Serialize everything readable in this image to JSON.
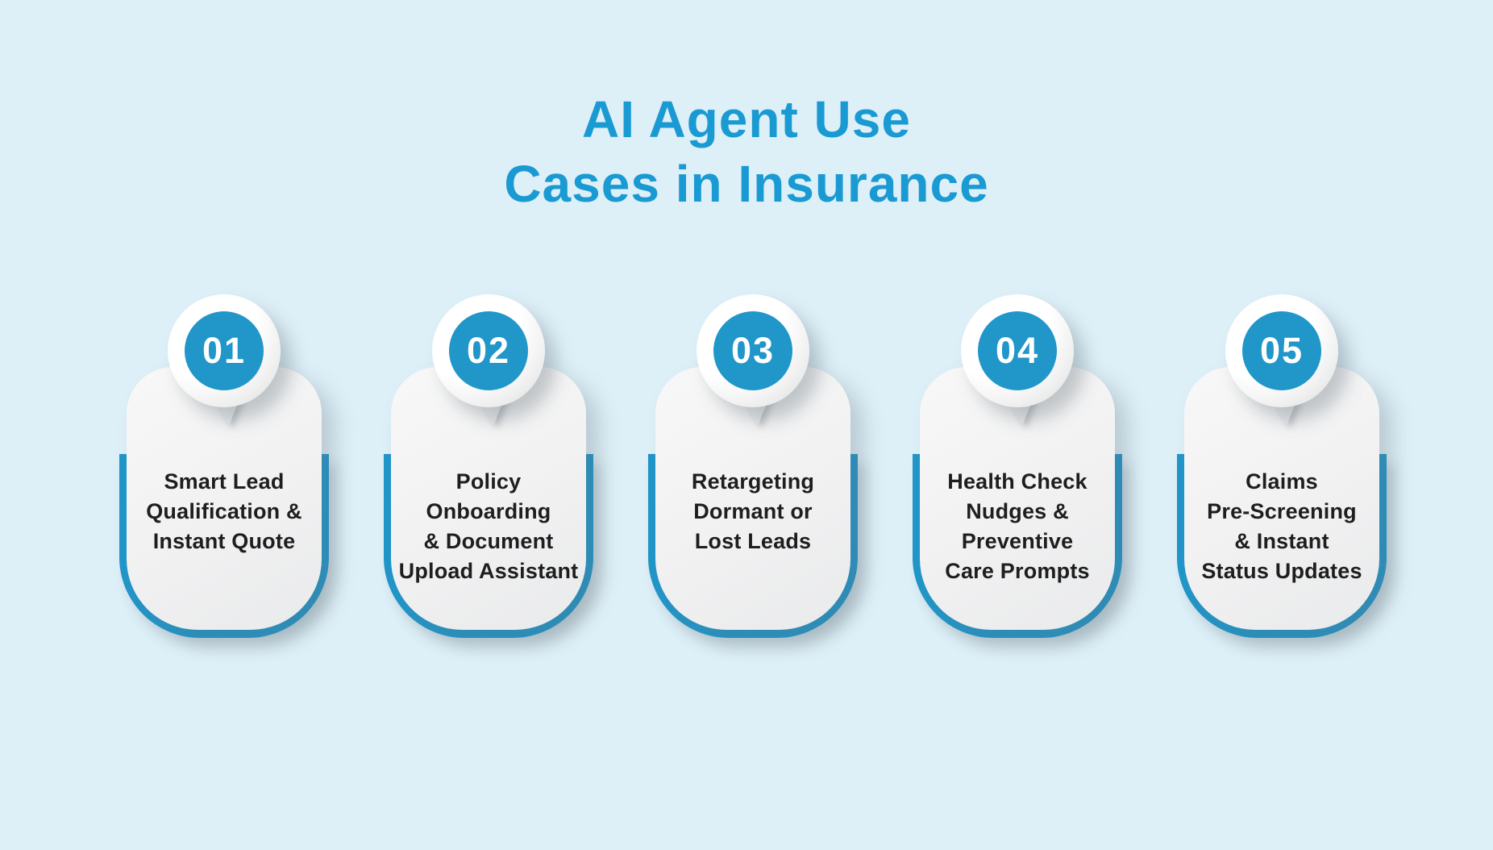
{
  "page": {
    "background": "#ddeff7",
    "accent_blue": "#2196c9",
    "title_blue": "#1a9ad3",
    "card_background": "#f1f1f2",
    "text_color": "#1e1e1e"
  },
  "title": {
    "line1": "AI Agent Use",
    "line2": "Cases in Insurance"
  },
  "cards": [
    {
      "number": "01",
      "lines": [
        "Smart Lead",
        "Qualification &",
        "Instant Quote"
      ]
    },
    {
      "number": "02",
      "lines": [
        "Policy",
        "Onboarding",
        "& Document",
        "Upload Assistant"
      ]
    },
    {
      "number": "03",
      "lines": [
        "Retargeting",
        "Dormant or",
        "Lost Leads"
      ]
    },
    {
      "number": "04",
      "lines": [
        "Health Check",
        "Nudges &",
        "Preventive",
        "Care Prompts"
      ]
    },
    {
      "number": "05",
      "lines": [
        "Claims",
        "Pre-Screening",
        "& Instant",
        "Status Updates"
      ]
    }
  ]
}
